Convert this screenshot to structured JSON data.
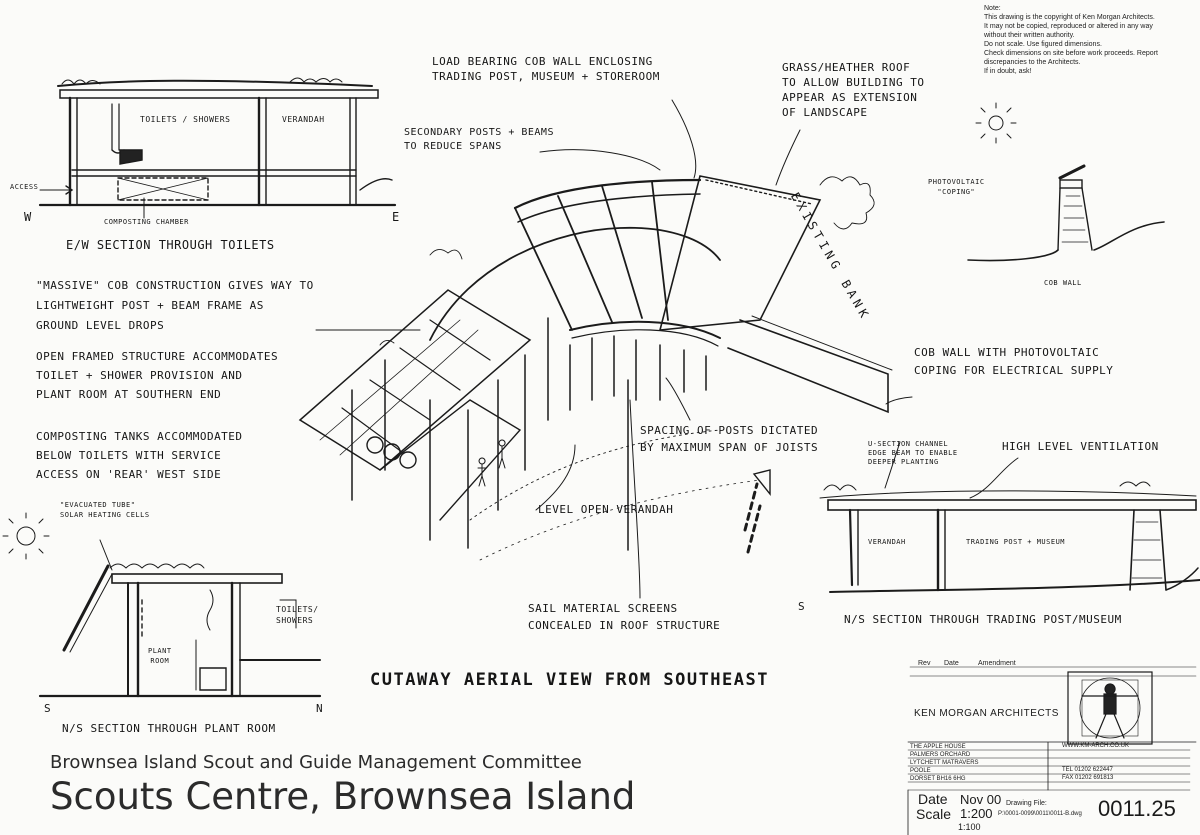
{
  "notes": {
    "title": "Note:",
    "lines": [
      "This drawing is the copyright of Ken Morgan Architects.",
      "It may not be copied, reproduced or altered in any way",
      "without their written authority.",
      "Do not scale. Use figured dimensions.",
      "Check dimensions on site before work proceeds. Report",
      "discrepancies to the Architects.",
      "If in doubt, ask!"
    ]
  },
  "ew_section": {
    "title": "E/W Section through Toilets",
    "toilets_label": "Toilets / Showers",
    "verandah_label": "Verandah",
    "access_label": "Access",
    "chamber_label": "Composting Chamber",
    "west": "W",
    "east": "E"
  },
  "annotations": {
    "cob_wall": [
      "Load bearing cob wall enclosing",
      "trading post, museum + storeroom"
    ],
    "grass_roof": [
      "Grass/heather roof",
      "to allow building to",
      "appear as extension",
      "of landscape"
    ],
    "secondary_posts": [
      "Secondary posts + beams",
      "to reduce spans"
    ],
    "existing_bank": "Existing bank",
    "photovoltaic_coping": [
      "Photovoltaic",
      "\"coping\""
    ],
    "cob_wall_small": "Cob wall",
    "massive_cob": [
      "\"Massive\" cob construction gives way to",
      "lightweight post + beam frame as",
      "ground level drops"
    ],
    "open_framed": [
      "Open framed structure accommodates",
      "toilet + shower provision and",
      "plant room at southern end"
    ],
    "composting": [
      "Composting tanks accommodated",
      "below toilets with service",
      "access on 'rear' west side"
    ],
    "cob_pv": [
      "Cob wall with photovoltaic",
      "coping for electrical supply"
    ],
    "spacing": [
      "Spacing of posts dictated",
      "by maximum span of joists"
    ],
    "verandah_open": "Level open verandah",
    "sail": [
      "Sail material screens",
      "concealed in roof structure"
    ]
  },
  "ns_trading": {
    "u_channel": [
      "U-section channel",
      "edge beam to enable",
      "deeper planting"
    ],
    "ventilation": "High level ventilation",
    "verandah": "Verandah",
    "trading": "Trading post + museum",
    "title": "N/S section through trading post/museum",
    "south": "S"
  },
  "ns_plant": {
    "solar": [
      "\"Evacuated tube\"",
      "solar heating cells"
    ],
    "toilets": [
      "Toilets/",
      "showers"
    ],
    "plant_room": [
      "Plant",
      "room"
    ],
    "title": "N/S section through plant room",
    "south": "S",
    "north": "N"
  },
  "main_title": "Cutaway aerial view from southeast",
  "amend": {
    "rev": "Rev",
    "date": "Date",
    "amendment": "Amendment"
  },
  "architect": {
    "name": "KEN MORGAN ARCHITECTS",
    "address": [
      "THE APPLE HOUSE",
      "PALMERS ORCHARD",
      "LYTCHETT MATRAVERS",
      "POOLE",
      "DORSET  BH16 6HG"
    ],
    "web": "WWW.KM-ARCH.CO.UK",
    "tel": "TEL  01202 622447",
    "fax": "FAX  01202 691813"
  },
  "client": "Brownsea Island Scout and Guide Management Committee",
  "project": "Scouts Centre, Brownsea Island",
  "titleblock": {
    "date_label": "Date",
    "date_value": "Nov 00",
    "scale_label": "Scale",
    "scale_value": "1:200",
    "scale_alt": "1:100",
    "file_label": "Drawing File:",
    "file_value": "P:\\0001-0099\\0011\\0011-B.dwg",
    "number": "0011.25"
  }
}
